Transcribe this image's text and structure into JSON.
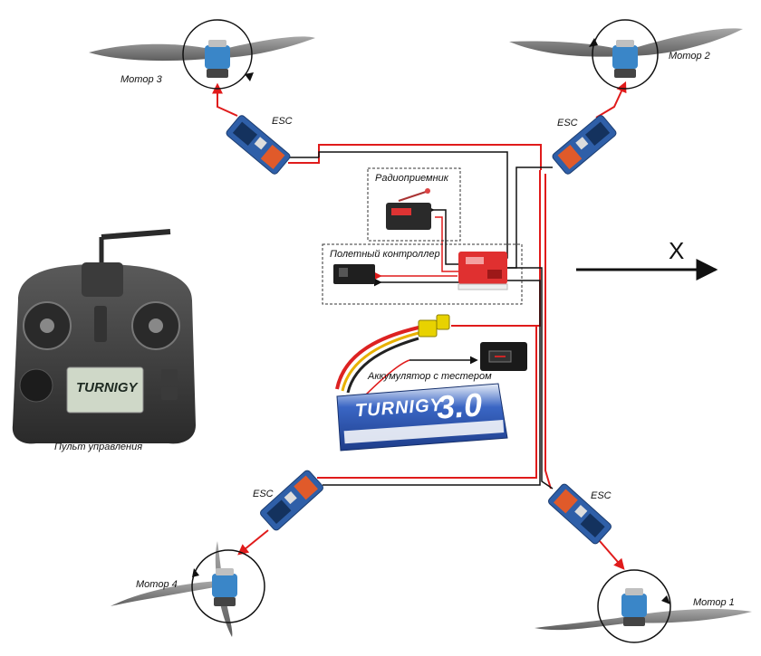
{
  "labels": {
    "motor1": "Мотор 1",
    "motor2": "Мотор 2",
    "motor3": "Мотор 3",
    "motor4": "Мотор 4",
    "esc": "ESC",
    "receiver": "Радиоприемник",
    "flight_controller": "Полетный контроллер",
    "battery": "Аккумулятор с тестером",
    "transmitter": "Пульт управления",
    "direction": "X"
  },
  "transmitter_screen": "TURNIGY",
  "battery_print": {
    "brand": "TURNIGY",
    "capacity": "3.0"
  },
  "colors": {
    "power_wire": "#e01b1b",
    "signal_wire": "#111111",
    "esc_board": "#2f5fa8",
    "motor_bell": "#3a86c8",
    "battery_blue": "#2b4fb0",
    "xt60_connector": "#e8d200",
    "controller_red": "#e03030"
  }
}
